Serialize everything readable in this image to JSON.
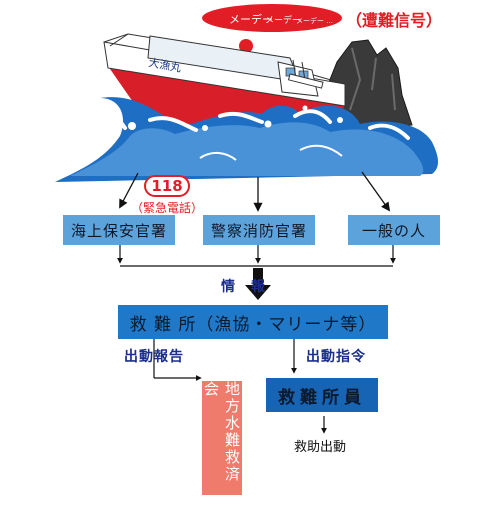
{
  "distress": {
    "mayday_1": "メーデー",
    "mayday_2": "メーデー",
    "mayday_3": "メーデー ...",
    "signal": "（遭難信号）",
    "bubble_color": "#e31d25"
  },
  "ship": {
    "name": "大漁丸"
  },
  "emergency": {
    "number": "118",
    "label": "（緊急電話）"
  },
  "receivers": [
    {
      "label": "海上保安官署"
    },
    {
      "label": "警察消防官署"
    },
    {
      "label": "一般の人"
    }
  ],
  "info_label": "情　報",
  "center": {
    "label": "救 難 所（漁協・マリーナ等）"
  },
  "report_label": "出動報告",
  "order_label": "出動指令",
  "local_assoc": {
    "label": "地方水難救済会"
  },
  "crew": {
    "label": "救難所員"
  },
  "rescue_action": "救助出動",
  "colors": {
    "box_light": "#5ba3da",
    "box_dark": "#1f79c8",
    "local_box": "#ef7b6c",
    "text_blue": "#1b2f8c",
    "wave": "#1e6fc4"
  }
}
